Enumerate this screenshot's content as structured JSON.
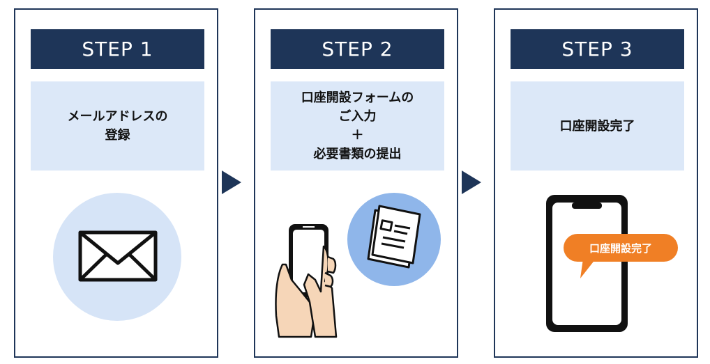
{
  "steps": [
    {
      "title": "STEP 1",
      "lines": [
        "メールアドレスの",
        "登録"
      ]
    },
    {
      "title": "STEP 2",
      "lines": [
        "口座開設フォームの",
        "ご入力",
        "＋",
        "必要書類の提出"
      ]
    },
    {
      "title": "STEP 3",
      "lines": [
        "口座開設完了"
      ],
      "bubble": "口座開設完了"
    }
  ],
  "icons": [
    "envelope-icon",
    "smartphone-icon",
    "document-icon",
    "smartphone-icon"
  ],
  "colors": {
    "navy": "#1e3558",
    "light_blue": "#dce8f8",
    "circle_blue": "#d6e4f7",
    "doc_circle": "#8fb6ea",
    "orange": "#f07f25"
  }
}
